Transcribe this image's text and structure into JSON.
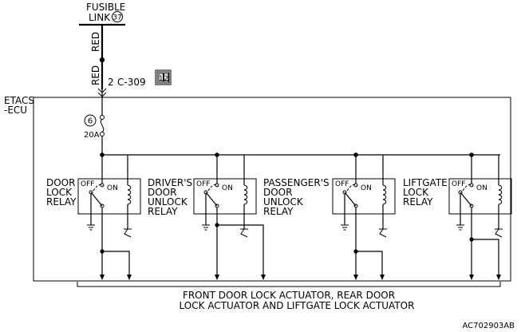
{
  "fusible_link": {
    "line1": "FUSIBLE",
    "line2": "LINK",
    "number": "37"
  },
  "wire_colors": {
    "upper": "RED",
    "lower": "RED"
  },
  "connector": {
    "pin": "2",
    "id": "C-309",
    "pins": [
      "1",
      "2"
    ]
  },
  "ecu": {
    "line1": "ETACS",
    "line2": "-ECU"
  },
  "fuse": {
    "number": "6",
    "rating": "20A"
  },
  "relays": [
    {
      "lines": [
        "DOOR",
        "LOCK",
        "RELAY"
      ],
      "off": "OFF",
      "on": "ON"
    },
    {
      "lines": [
        "DRIVER'S",
        "DOOR",
        "UNLOCK",
        "RELAY"
      ],
      "off": "OFF",
      "on": "ON"
    },
    {
      "lines": [
        "PASSENGER'S",
        "DOOR",
        "UNLOCK",
        "RELAY"
      ],
      "off": "OFF",
      "on": "ON"
    },
    {
      "lines": [
        "LIFTGATE",
        "LOCK",
        "RELAY"
      ],
      "off": "OFF",
      "on": "ON"
    }
  ],
  "actuators": {
    "line1": "FRONT DOOR LOCK ACTUATOR, REAR DOOR",
    "line2": "LOCK ACTUATOR AND LIFTGATE LOCK ACTUATOR"
  },
  "figure_code": "AC702903AB"
}
